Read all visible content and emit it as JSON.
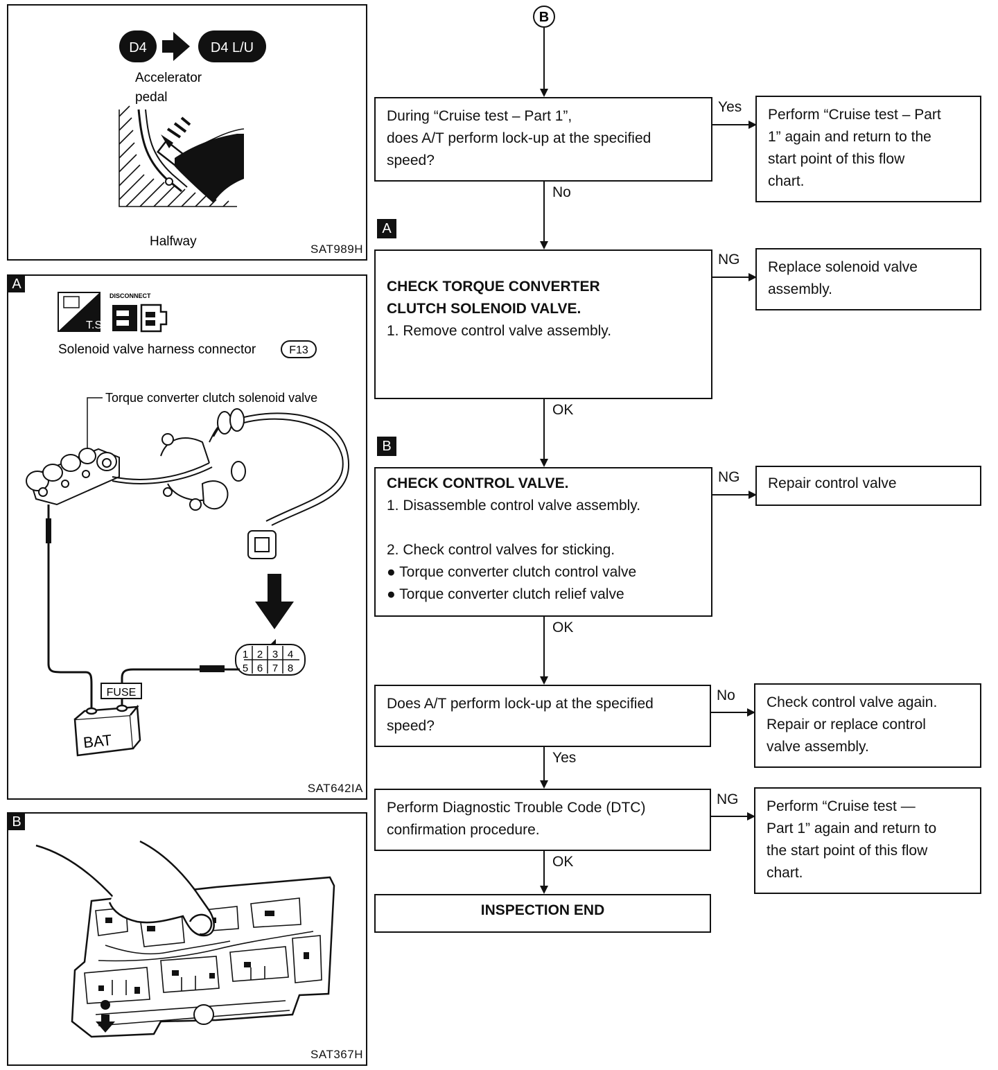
{
  "connector_top": "B",
  "panel1": {
    "mode_from": "D4",
    "mode_to": "D4 L/U",
    "pedal_label_1": "Accelerator",
    "pedal_label_2": "pedal",
    "position": "Halfway",
    "code": "SAT989H"
  },
  "panel2": {
    "tag": "A",
    "ts_label": "T.S",
    "disconnect_label": "DISCONNECT",
    "connector_text": "Solenoid valve harness connector",
    "connector_id": "F13",
    "valve_label": "Torque converter clutch solenoid valve",
    "pins_top": [
      "1",
      "2",
      "3",
      "4"
    ],
    "pins_bottom": [
      "5",
      "6",
      "7",
      "8"
    ],
    "fuse": "FUSE",
    "battery": "BAT",
    "code": "SAT642IA"
  },
  "panel3": {
    "tag": "B",
    "code": "SAT367H"
  },
  "flow": {
    "q1": {
      "lines": [
        "During “Cruise test – Part 1”,",
        "does A/T perform lock-up at the specified",
        "speed?"
      ]
    },
    "q1_yes_label": "Yes",
    "q1_yes_box": {
      "lines": [
        "Perform “Cruise test – Part",
        "1” again and return to the",
        "start point of this flow",
        "chart."
      ]
    },
    "q1_no_label": "No",
    "tag_a": "A",
    "step_a": {
      "title_1": "CHECK TORQUE CONVERTER",
      "title_2": "CLUTCH SOLENOID VALVE.",
      "item_1": "1. Remove control valve assembly."
    },
    "step_a_ng_label": "NG",
    "step_a_ng_box": {
      "lines": [
        "Replace solenoid valve",
        "assembly."
      ]
    },
    "step_a_ok_label": "OK",
    "tag_b": "B",
    "step_b": {
      "title": "CHECK CONTROL VALVE.",
      "item_1": "1. Disassemble control valve assembly.",
      "item_2": "2. Check control valves for sticking.",
      "bullet_1": "● Torque converter clutch control valve",
      "bullet_2": "● Torque converter clutch relief valve"
    },
    "step_b_ng_label": "NG",
    "step_b_ng_box": {
      "lines": [
        "Repair control valve"
      ]
    },
    "step_b_ok_label": "OK",
    "q2": {
      "lines": [
        "Does A/T perform lock-up at the specified",
        "speed?"
      ]
    },
    "q2_no_label": "No",
    "q2_no_box": {
      "lines": [
        "Check control valve again.",
        "Repair or replace control",
        "valve assembly."
      ]
    },
    "q2_yes_label": "Yes",
    "dtc": {
      "lines": [
        "Perform Diagnostic Trouble Code (DTC)",
        "confirmation procedure."
      ]
    },
    "dtc_ng_label": "NG",
    "dtc_ng_box": {
      "lines": [
        "Perform “Cruise test —",
        "Part 1” again and return to",
        "the start point of this flow",
        "chart."
      ]
    },
    "dtc_ok_label": "OK",
    "end": "INSPECTION END"
  }
}
